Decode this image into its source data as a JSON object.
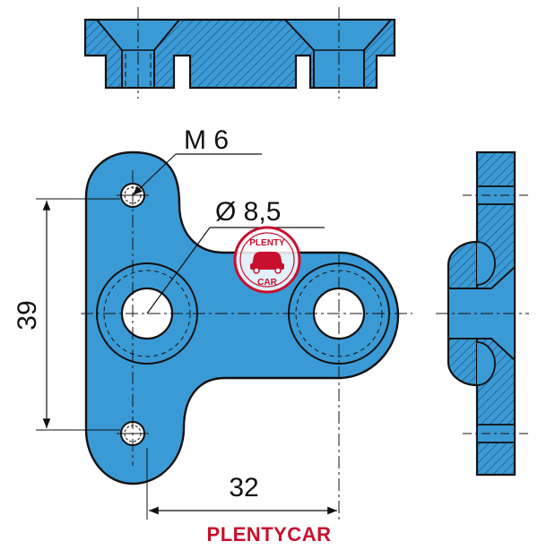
{
  "labels": {
    "thread": "M 6",
    "diameter": "Ø 8,5",
    "height_dim": "39",
    "width_dim": "32"
  },
  "logo": {
    "line1": "PLENTY",
    "line2": "CAR"
  },
  "brand": {
    "name": "PLENTYCAR"
  },
  "colors": {
    "part_fill": "#3a9ad6",
    "outline": "#111111",
    "brand_red": "#c8102e"
  }
}
